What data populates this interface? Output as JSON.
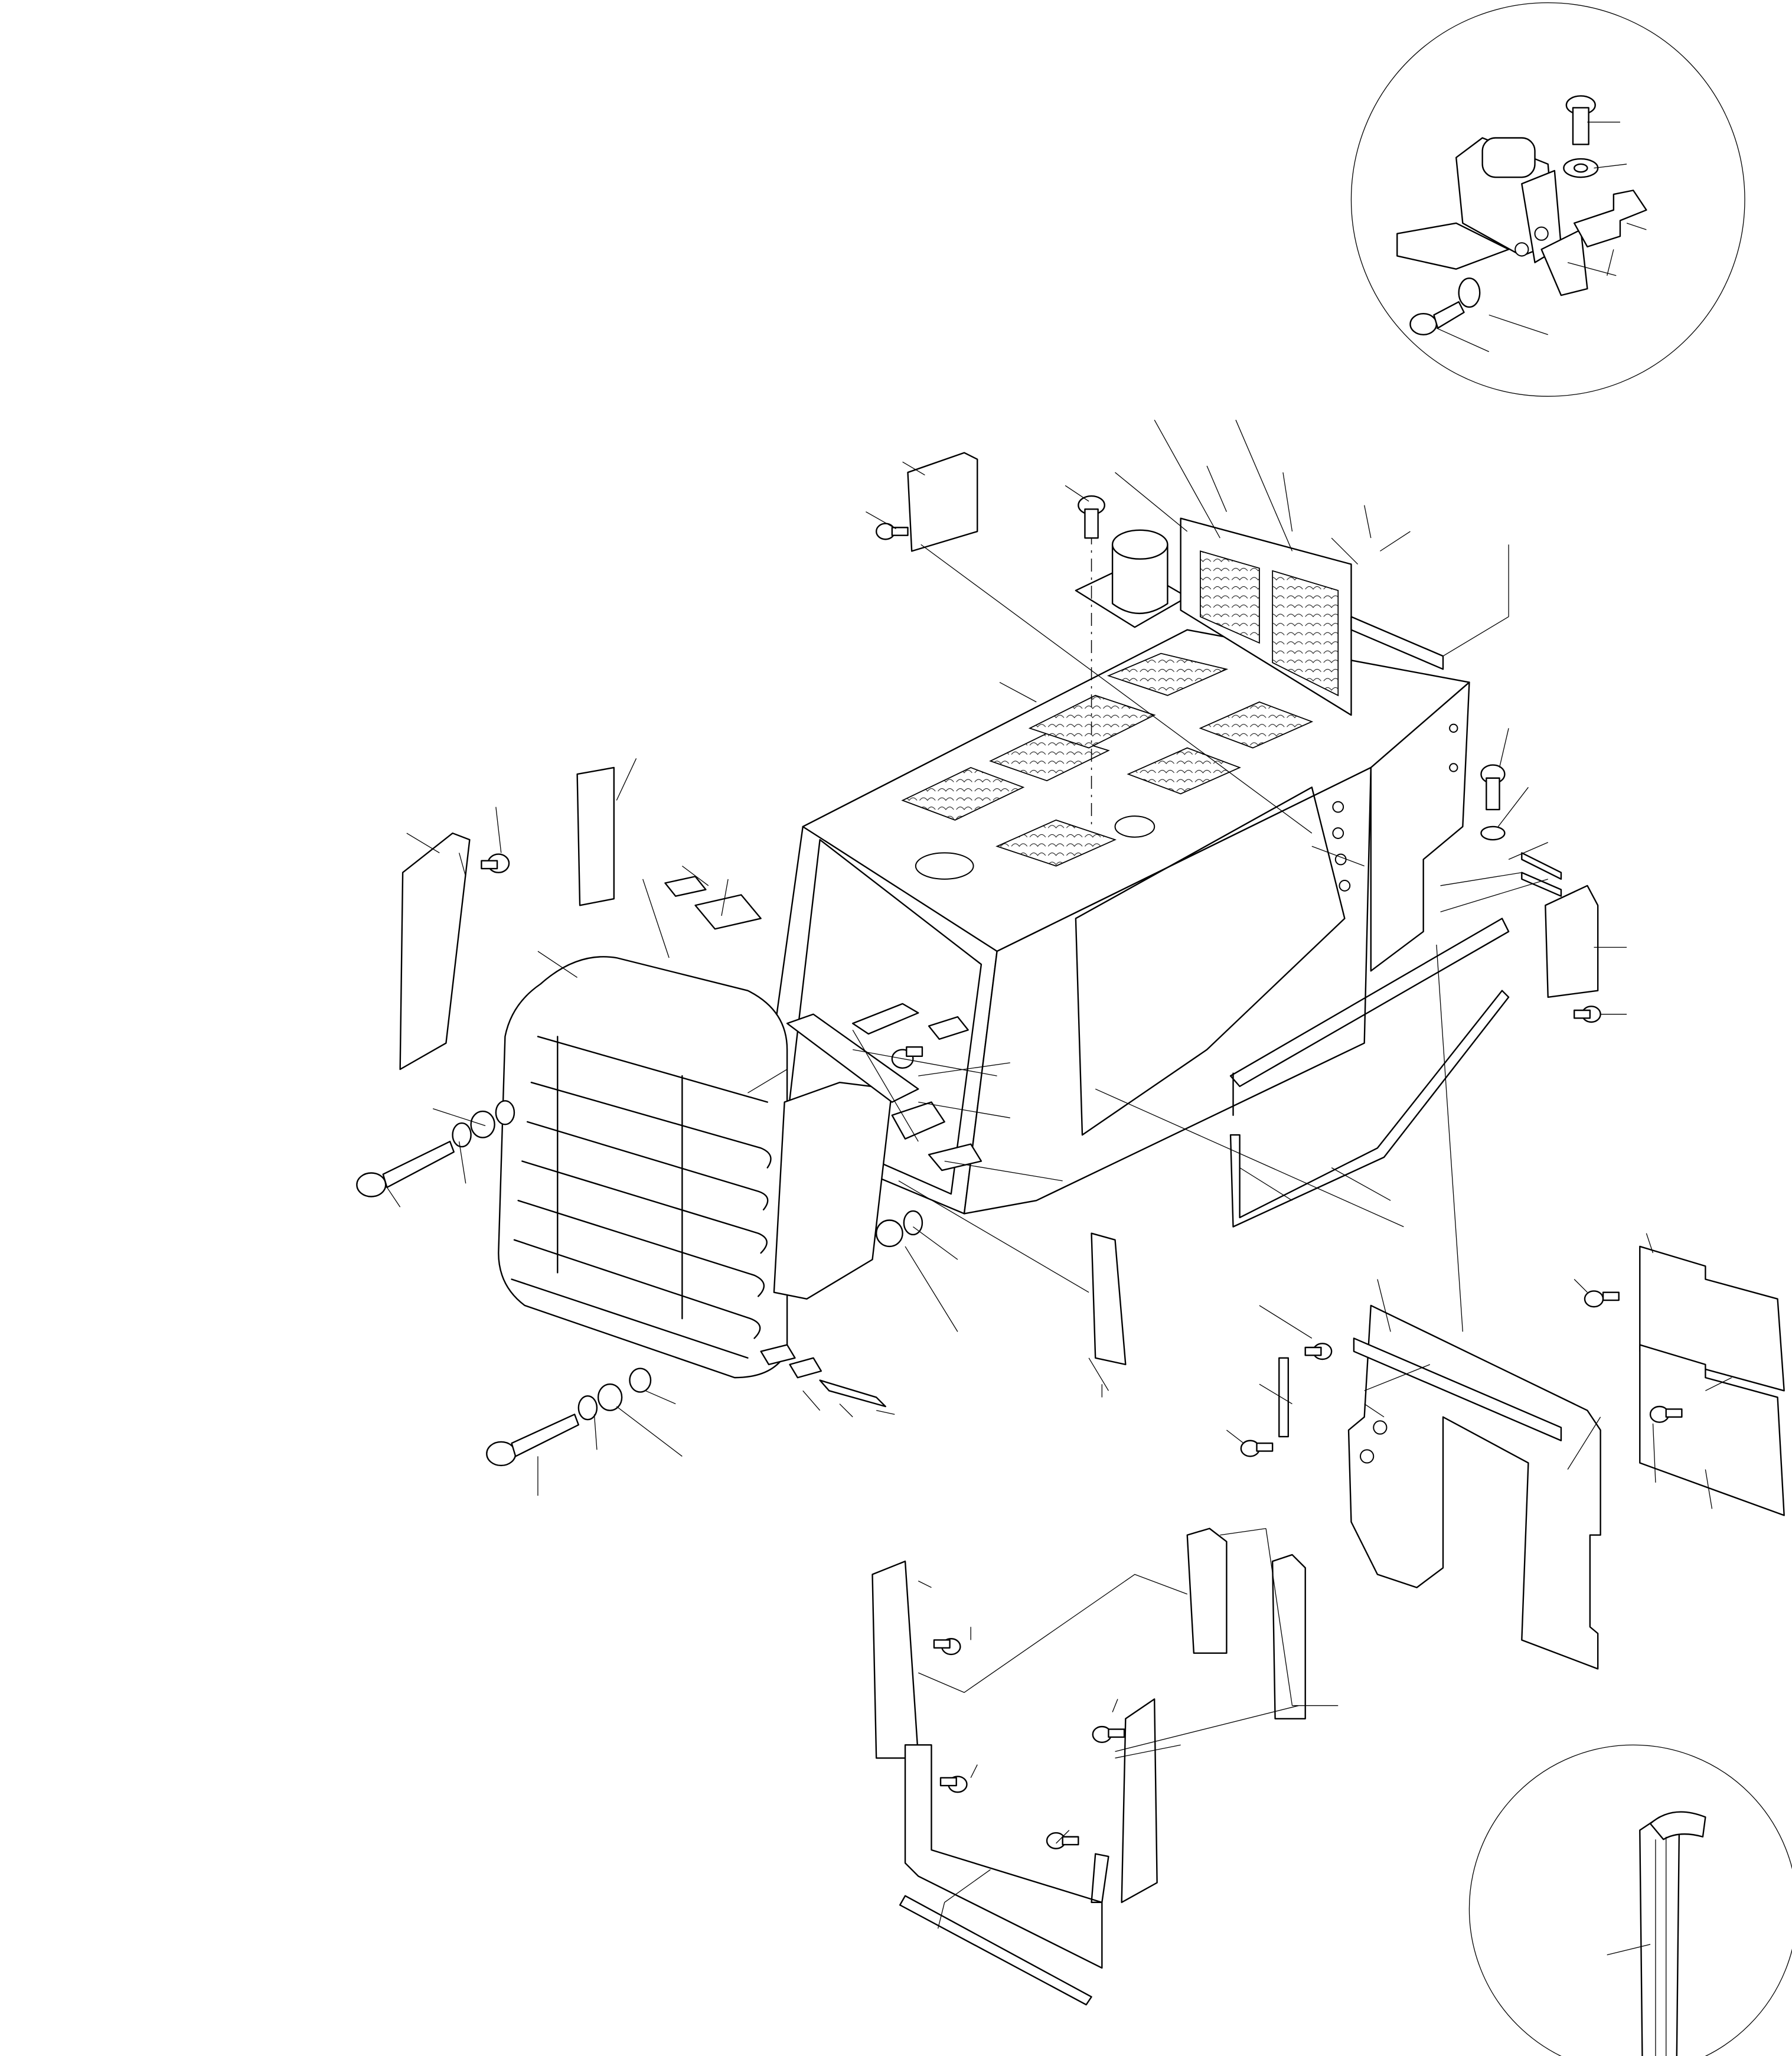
{
  "diagram": {
    "stroke": "#000000",
    "background": "#ffffff",
    "views": [
      {
        "name": "main-exploded-view",
        "type": "exploded-assembly"
      },
      {
        "name": "latch-detail",
        "type": "circular-detail"
      },
      {
        "name": "seal-detail",
        "type": "circular-detail"
      }
    ],
    "labels": []
  }
}
